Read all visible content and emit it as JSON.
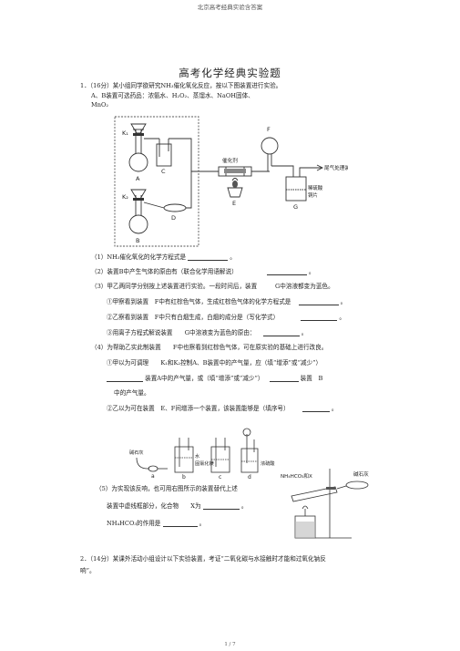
{
  "header": "北京高考经典实验含答案",
  "title": "高考化学经典实验题",
  "q1": {
    "intro": "1．（16分）某小组同学欲研究NH₃催化氧化反应，按以下图装置进行实验。",
    "reagents_1": "A、B装置可选药品：浓氨水、H₂O₂、蒸馏水、NaOH固体、",
    "reagents_2": "MnO₂",
    "part1": "（1）NH₃催化氧化的化学方程式是",
    "part1_end": "。",
    "part2": "（2）装置B中产生气体的原由有（联合化学用语解说）",
    "part2_end": "。",
    "part3": "（3）甲乙两同学分别按上述装置进行实验。一段时间后，装置　　　G中溶液都变为蓝色。",
    "part3_1": "①甲察看到装置　F中有红棕色气体，生成红棕色气体的化学方程式是",
    "part3_1_end": "。",
    "part3_2": "②乙察看到装置　F中只有白烟生成，白烟的成分是（写化学式）",
    "part3_2_end": "。",
    "part3_3": "③用离子方程式解说装置　　G中溶液变为蓝色的原由：",
    "part3_3_end": "。",
    "part4": "（4）为帮助乙实此制装置　　F中也察看到红棕色气体，可在原实验的基础上进行改良。",
    "part4_1": "①甲以为可调理　　K₁和K₂控制A、B装置中的产气量，应（填“增添”或“减少”）",
    "part4_1b": "装置A中的产气量，或（填“增添”或“减少”）",
    "part4_1b_mid": "装置　B",
    "part4_1c": "中的产气量。",
    "part4_2": "②乙以为可在装置　E、F间增添一个装置，该装置能够是（填序号）",
    "part4_2_end": "。",
    "part5_1": "（5）为实现该反响，也可用右图所示的装置替代上述",
    "part5_2": "装置中虚线框部分，化合物　　X为",
    "part5_2_end": "。",
    "part5_3": "NH₄HCO₃的作用是",
    "part5_3_end": "。"
  },
  "q2": {
    "line1": "2．（14分）某课外活动小组设计以下实验装置，考证“二氧化碳与水接触时才能和过氧化钠反",
    "line2": "响”。"
  },
  "figure1": {
    "K1": "K₁",
    "K2": "K₂",
    "A": "A",
    "B": "B",
    "C": "C",
    "D": "D",
    "E": "E",
    "F": "F",
    "G": "G",
    "catalyst": "催化剂",
    "tail_gas": "尾气处理装置",
    "dilute_acid": "稀硫酸",
    "copper": "铜片"
  },
  "figure2": {
    "soda_lime": "碱石灰",
    "water": "水",
    "cacl2": "固氯化镁",
    "conc_acid": "浓硫酸",
    "a": "a",
    "b": "b",
    "c": "c",
    "d": "d"
  },
  "figure3": {
    "label": "NH₄HCO₃和X",
    "soda_lime": "碱石灰"
  },
  "footer": "1 / 7"
}
